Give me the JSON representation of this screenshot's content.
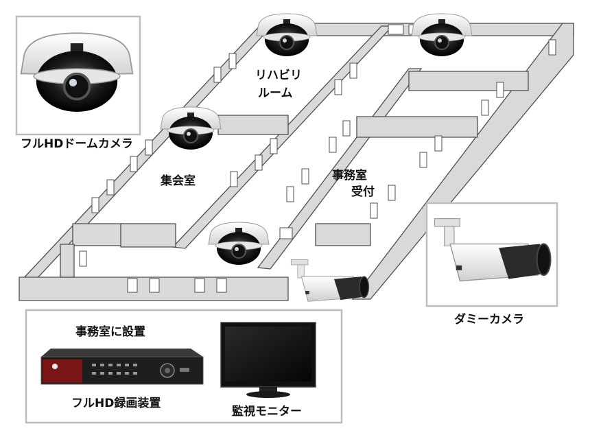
{
  "labels": {
    "dome_camera_caption": "フルHDドームカメラ",
    "rehab_room_line1": "リハビリ",
    "rehab_room_line2": "ルーム",
    "meeting_room": "集会室",
    "office_reception_line1": "事務室",
    "office_reception_line2": "受付",
    "dummy_camera_caption": "ダミーカメラ",
    "office_install": "事務室に設置",
    "recorder_caption": "フルHD録画装置",
    "monitor_caption": "監視モニター"
  },
  "icons": [
    "dome-camera-icon",
    "bullet-camera-icon",
    "recorder-icon",
    "monitor-icon"
  ],
  "colors": {
    "wall": "#d9d9d9",
    "wall_edge": "#4d4d4d",
    "frame": "#bdbdbd",
    "camera_body": "#f2f2f2",
    "lens": "#1a1a1a"
  }
}
